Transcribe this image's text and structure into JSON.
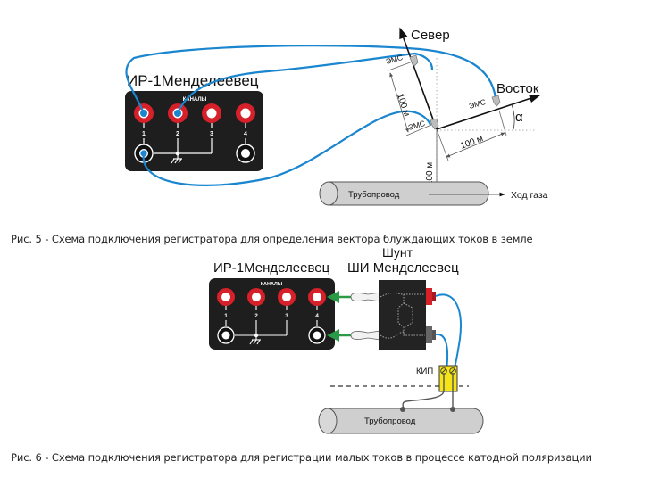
{
  "figure5": {
    "device_label": "ИР-1Менделеевец",
    "panel_header": "КАНАЛЫ",
    "channels": [
      "1",
      "2",
      "3",
      "4"
    ],
    "north_label": "Север",
    "east_label": "Восток",
    "angle_label": "α",
    "electrode_label": "ЭМС",
    "distance_labels": [
      "100 м",
      "100 м",
      "100 м"
    ],
    "pipe_label": "Трубопровод",
    "flow_label": "Ход газа",
    "caption": "Рис. 5 - Схема подключения регистратора для определения вектора блуждающих токов в земле"
  },
  "figure6": {
    "device_label": "ИР-1Менделеевец",
    "panel_header": "КАНАЛЫ",
    "channels": [
      "1",
      "2",
      "3",
      "4"
    ],
    "shunt_title": "Шунт",
    "shunt_name": "ШИ Менделеевец",
    "kip_label": "КИП",
    "pipe_label": "Трубопровод",
    "caption": "Рис. 6 - Схема подключения регистратора для регистрации малых токов в процессе катодной поляризации"
  },
  "colors": {
    "wire": "#1a86d0",
    "terminal_red": "#d6202a",
    "panel": "#1e1e1e",
    "arrow_green": "#2a9a46",
    "kip_yellow": "#f5e41a",
    "pipe": "#cfcfcf"
  }
}
